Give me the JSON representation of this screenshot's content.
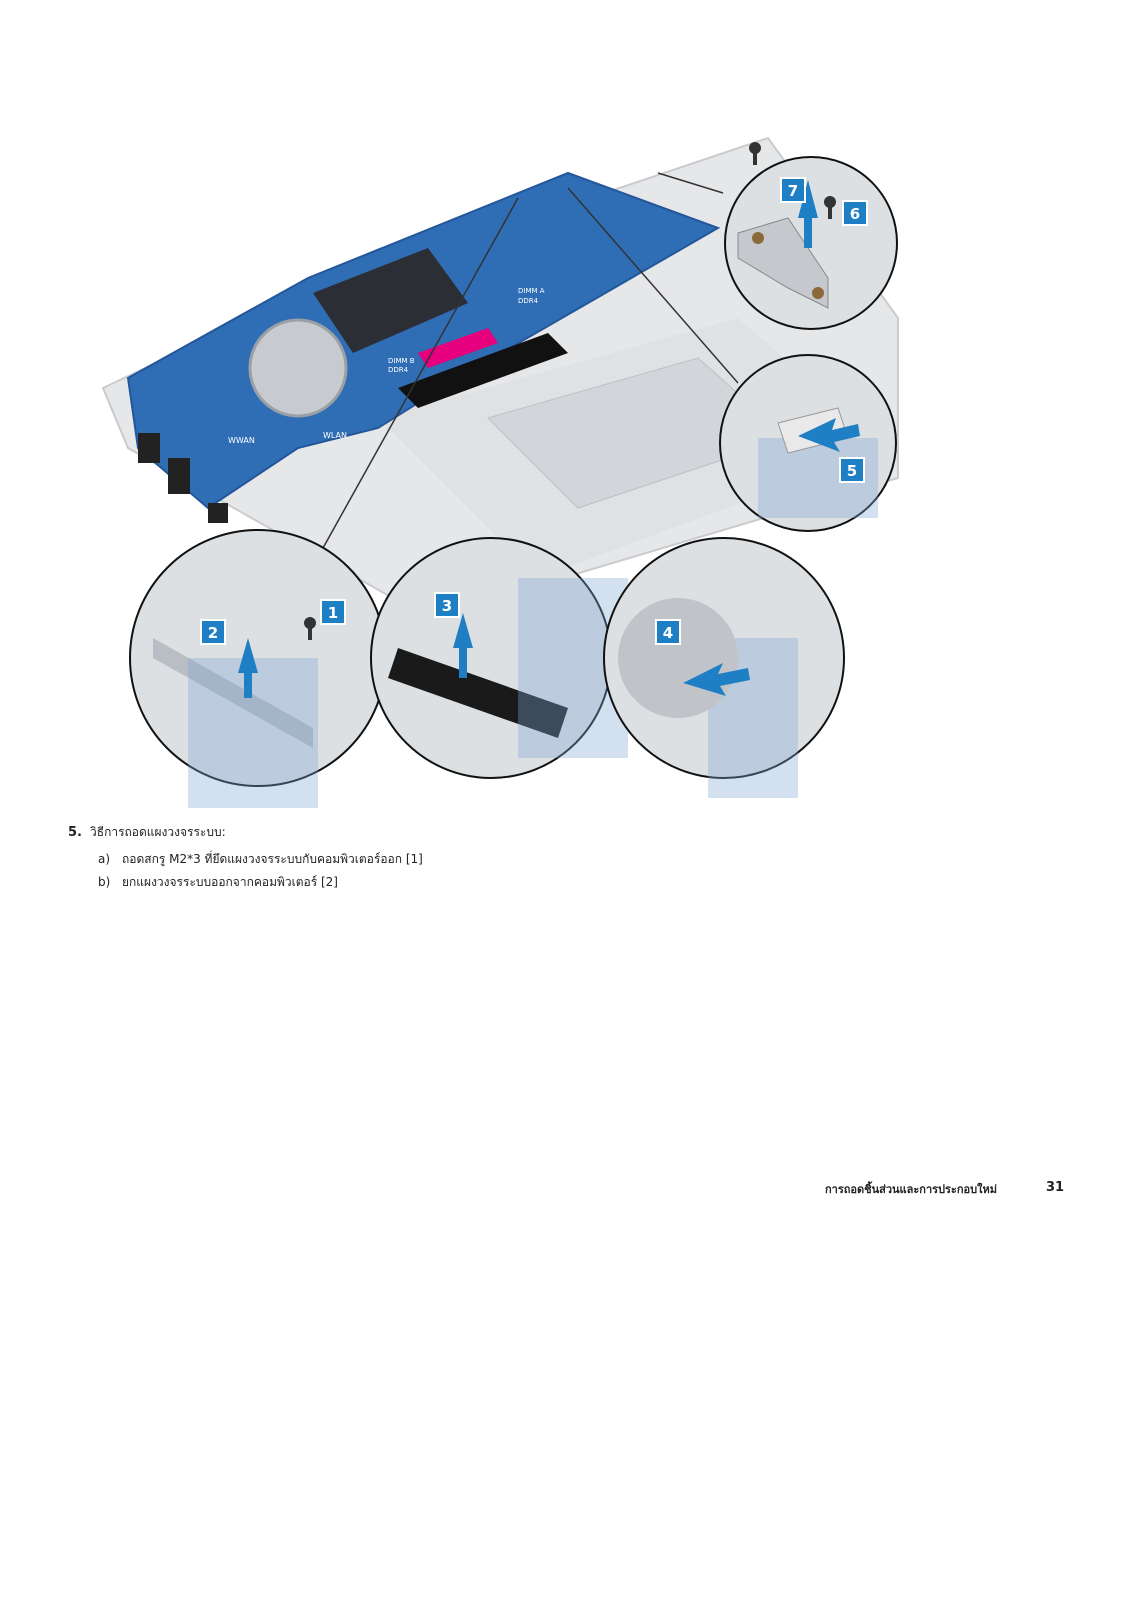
{
  "steps": [
    {
      "number": "5.",
      "text": "วิธีการถอดแผงวงจรระบบ:",
      "substeps": [
        {
          "letter": "a)",
          "text": "ถอดสกรู M2*3 ที่ยึดแผงวงจรระบบกับคอมพิวเตอร์ออก [1]"
        },
        {
          "letter": "b)",
          "text": "ยกแผงวงจรระบบออกจากคอมพิวเตอร์ [2]"
        }
      ]
    }
  ],
  "figure": {
    "callouts": [
      "1",
      "2",
      "3",
      "4",
      "5",
      "6",
      "7"
    ],
    "board_labels": [
      "WWAN",
      "WLAN",
      "DIMM B",
      "DIMM A",
      "DDR4"
    ],
    "callout_color": "#1f7fc4",
    "arrow_color": "#1f7fc4",
    "board_color": "#2f6db5"
  },
  "footer": {
    "section_title": "การถอดชิ้นส่วนและการประกอบใหม่",
    "page_number": "31"
  }
}
